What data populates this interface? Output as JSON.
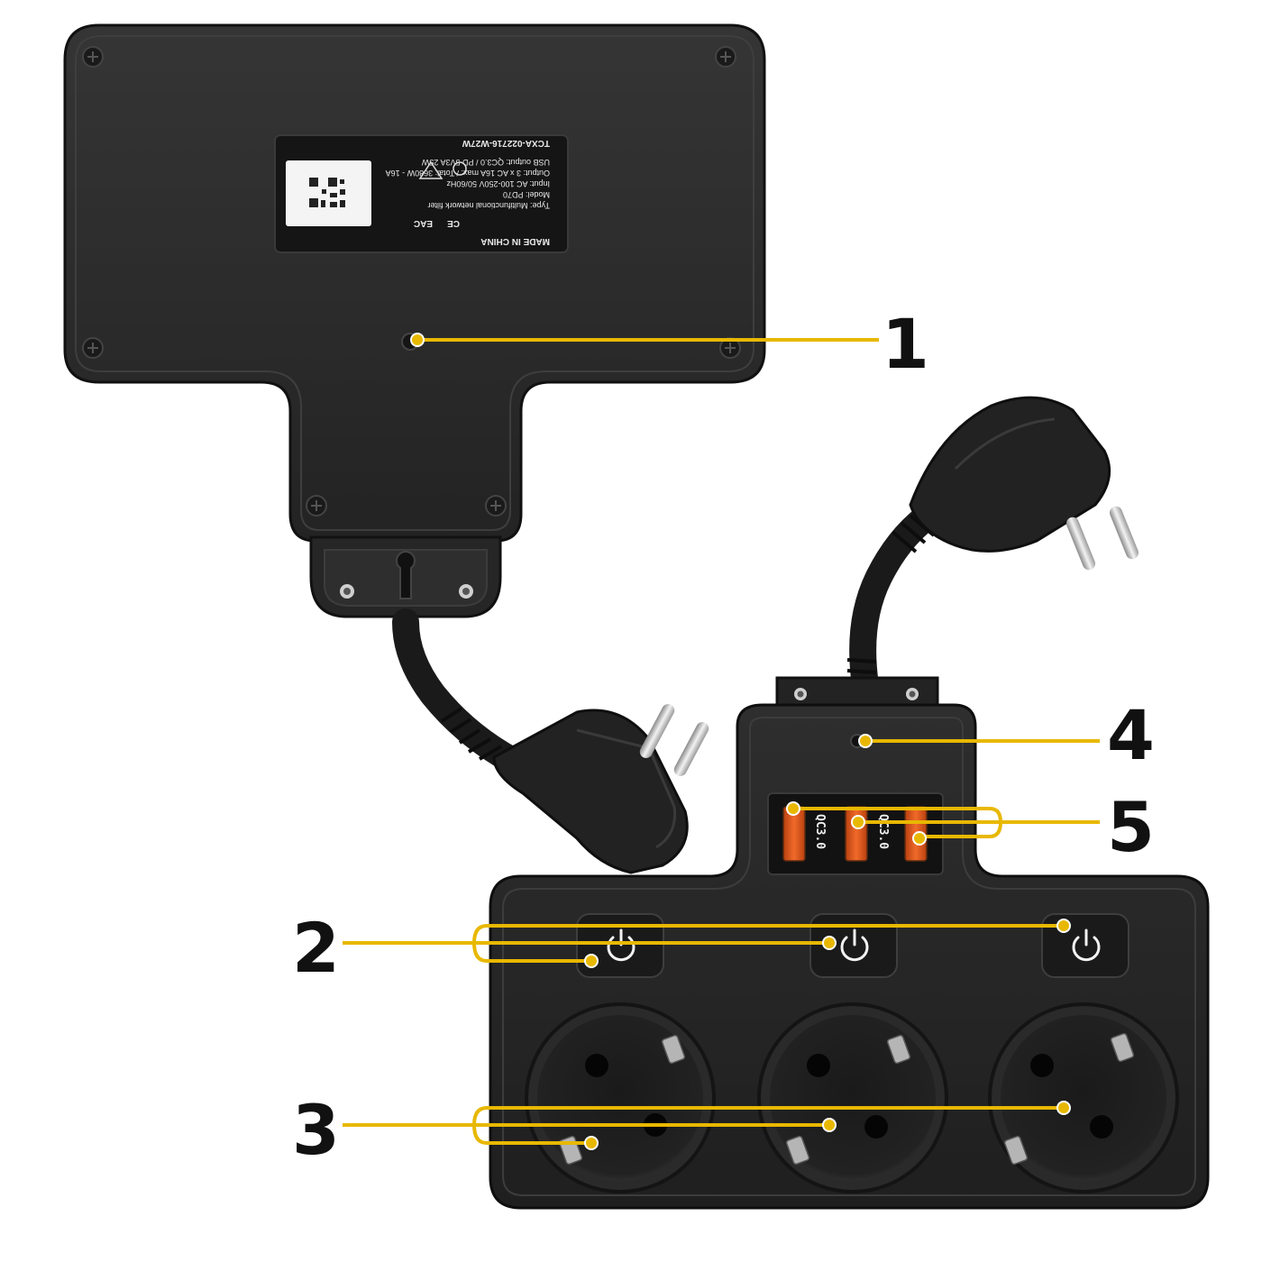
{
  "colors": {
    "callout_line": "#e8b800",
    "housing": "#2a2a2a",
    "housing_dark": "#1c1c1c",
    "usb_orange": "#e8561c",
    "background": "#ffffff"
  },
  "callouts": {
    "c1": "1",
    "c2": "2",
    "c3": "3",
    "c4": "4",
    "c5": "5"
  },
  "rear_label": {
    "made_in": "MADE IN CHINA",
    "lines": [
      "Type: Multifunctional network filter",
      "Model: PD70",
      "Input: AC 100-250V 50/60Hz",
      "Output: 3 x AC 16A max. / Total: 3680W - 16A",
      "USB output: QC3.0 / PD 5V3A 25W",
      "TCXA-022716-W27W"
    ],
    "marks": [
      "CE",
      "EAC",
      "recycle",
      "WEEE"
    ]
  },
  "usb_ports": [
    {
      "label": "QC3.0"
    },
    {
      "label": "QC3.0"
    }
  ],
  "icons": [
    "power-icon",
    "power-icon",
    "power-icon",
    "qr-code-icon",
    "schuko-plug-icon",
    "schuko-socket-icon"
  ]
}
